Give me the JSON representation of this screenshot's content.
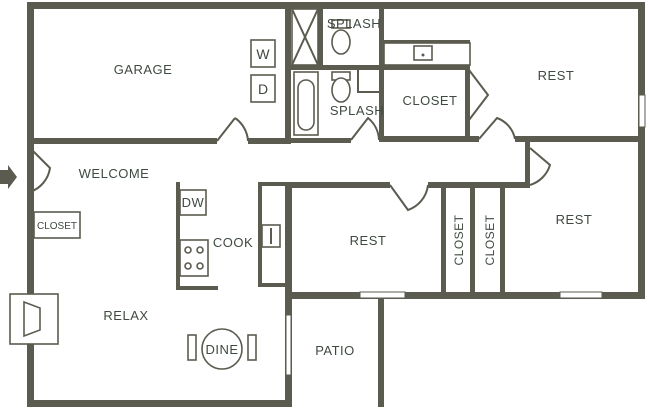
{
  "rooms": {
    "garage": "GARAGE",
    "splash_top": "SPLASH",
    "splash_bottom": "SPLASH",
    "closet_center": "CLOSET",
    "rest_top_right": "REST",
    "welcome": "WELCOME",
    "closet_entry": "CLOSET",
    "cook": "COOK",
    "dw": "DW",
    "rest_middle": "REST",
    "closet_v1": "CLOSET",
    "closet_v2": "CLOSET",
    "rest_right": "REST",
    "relax": "RELAX",
    "dine": "DINE",
    "patio": "PATIO"
  },
  "appliances": {
    "washer": "W",
    "dryer": "D"
  },
  "colors": {
    "wall": "#5b5b50",
    "text": "#3f4a40",
    "background": "#ffffff"
  },
  "icons": [
    "entry-arrow-icon",
    "fireplace-icon",
    "sink-icon",
    "toilet-icon",
    "tub-icon",
    "stove-icon",
    "door-swing-icon"
  ]
}
